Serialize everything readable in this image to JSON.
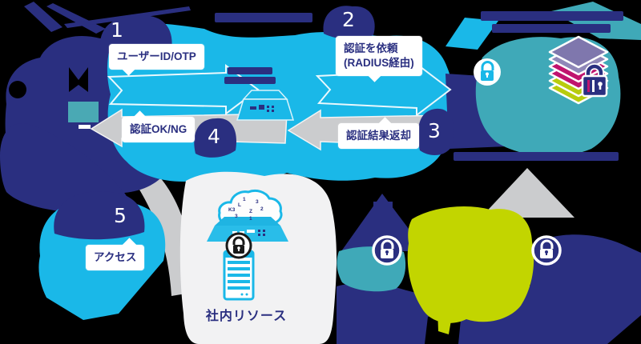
{
  "diagram_title_note": "authentication-flow-diagram",
  "colors": {
    "navy": "#2a2f80",
    "cyan": "#1ab8e8",
    "teal": "#3fa9b8",
    "gray": "#cbccce",
    "lime": "#c2d500",
    "light_blob": "#f2f2f3",
    "magenta": "#c0146e",
    "purple": "#7f77ad",
    "white": "#ffffff"
  },
  "steps": [
    {
      "num": "1",
      "label": "ユーザーID/OTP"
    },
    {
      "num": "2",
      "label_line1": "認証を依頼",
      "label_line2": "(RADIUS経由)"
    },
    {
      "num": "3",
      "label": "認証結果返却"
    },
    {
      "num": "4",
      "label": "認証OK/NG"
    },
    {
      "num": "5",
      "label": "アクセス"
    }
  ],
  "center": {
    "internal_resources_label": "社内リソース"
  },
  "cloud": {
    "glyphs": [
      "K3",
      "L",
      "Z",
      "1",
      "3",
      "2",
      "1",
      "3"
    ]
  }
}
